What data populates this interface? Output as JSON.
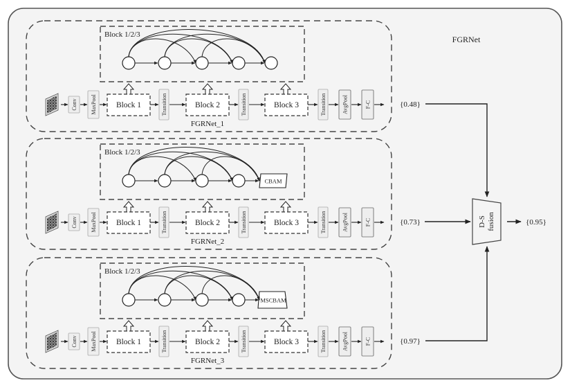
{
  "title": "FGRNet",
  "block_panel_label": "Block 1/2/3",
  "stages": {
    "conv": "Conv",
    "maxpool": "MaxPool",
    "block1": "Block 1",
    "block2": "Block 2",
    "block3": "Block 3",
    "transition": "Transition",
    "avgpool": "AvgPool",
    "fc": "F-C"
  },
  "networks": [
    {
      "name": "FGRNet_1",
      "attention_module": "",
      "output": "{0.48}"
    },
    {
      "name": "FGRNet_2",
      "attention_module": "CBAM",
      "output": "{0.73}"
    },
    {
      "name": "FGRNet_3",
      "attention_module": "MSCBAM",
      "output": "{0.97}"
    }
  ],
  "fusion": {
    "label_line1": "D-S",
    "label_line2": "fusion",
    "output": "{0.95}"
  },
  "colors": {
    "background": "#f4f4f4",
    "stroke": "#444444",
    "small_box_fill": "#eeeeee",
    "small_box_stroke": "#bbbbbb",
    "fused_box_stroke": "#888888"
  }
}
